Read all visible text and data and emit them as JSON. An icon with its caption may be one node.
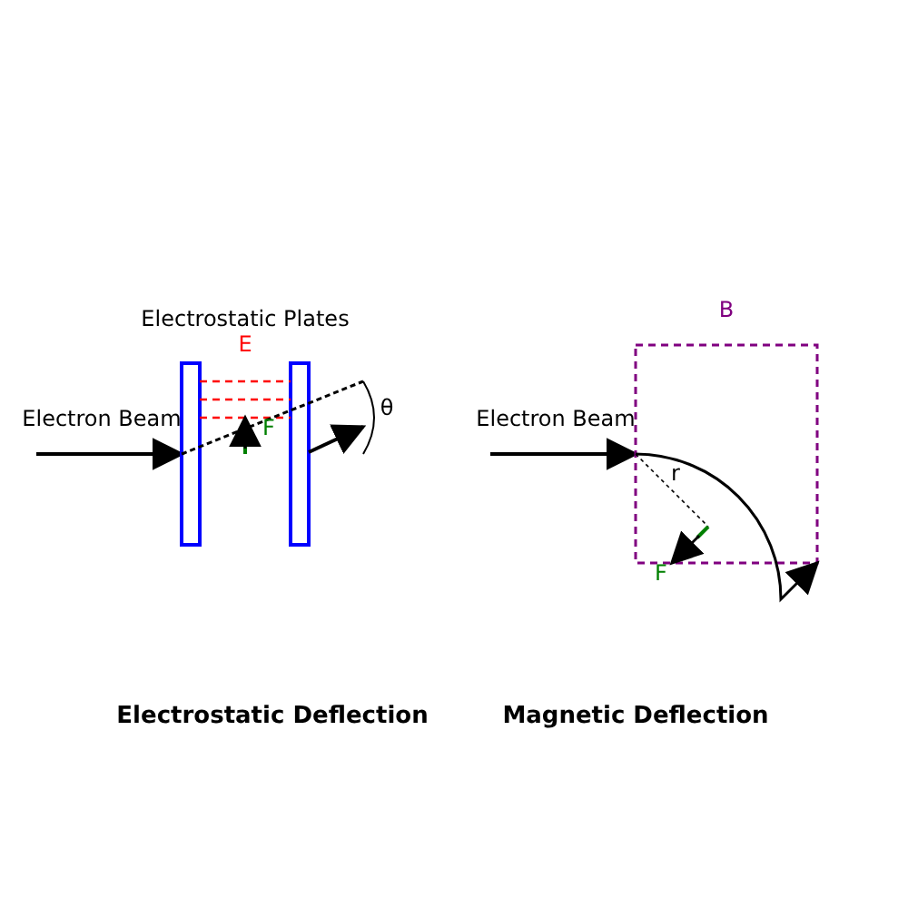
{
  "diagram": {
    "labels": [
      "Electrostatic Plates",
      "E",
      "Electron Beam",
      "F",
      "θ",
      "B",
      "Electron Beam",
      "r",
      "F",
      "Electrostatic Deflection",
      "Magnetic Deflection"
    ]
  }
}
